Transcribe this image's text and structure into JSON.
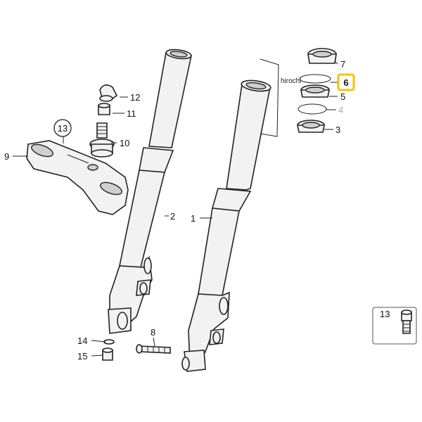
{
  "labels": {
    "p1": "1",
    "p2": "2",
    "p3": "3",
    "p4": "4",
    "p5": "5",
    "p6": "6",
    "p7": "7",
    "p8": "8",
    "p9": "9",
    "p10": "10",
    "p11": "11",
    "p12": "12",
    "p13_circle": "13",
    "p13_box": "13",
    "p14": "14",
    "p15": "15"
  },
  "watermark": "hirochi",
  "colors": {
    "highlight": "#f2c600",
    "line": "#222222",
    "muted": "#aaaaaa"
  }
}
